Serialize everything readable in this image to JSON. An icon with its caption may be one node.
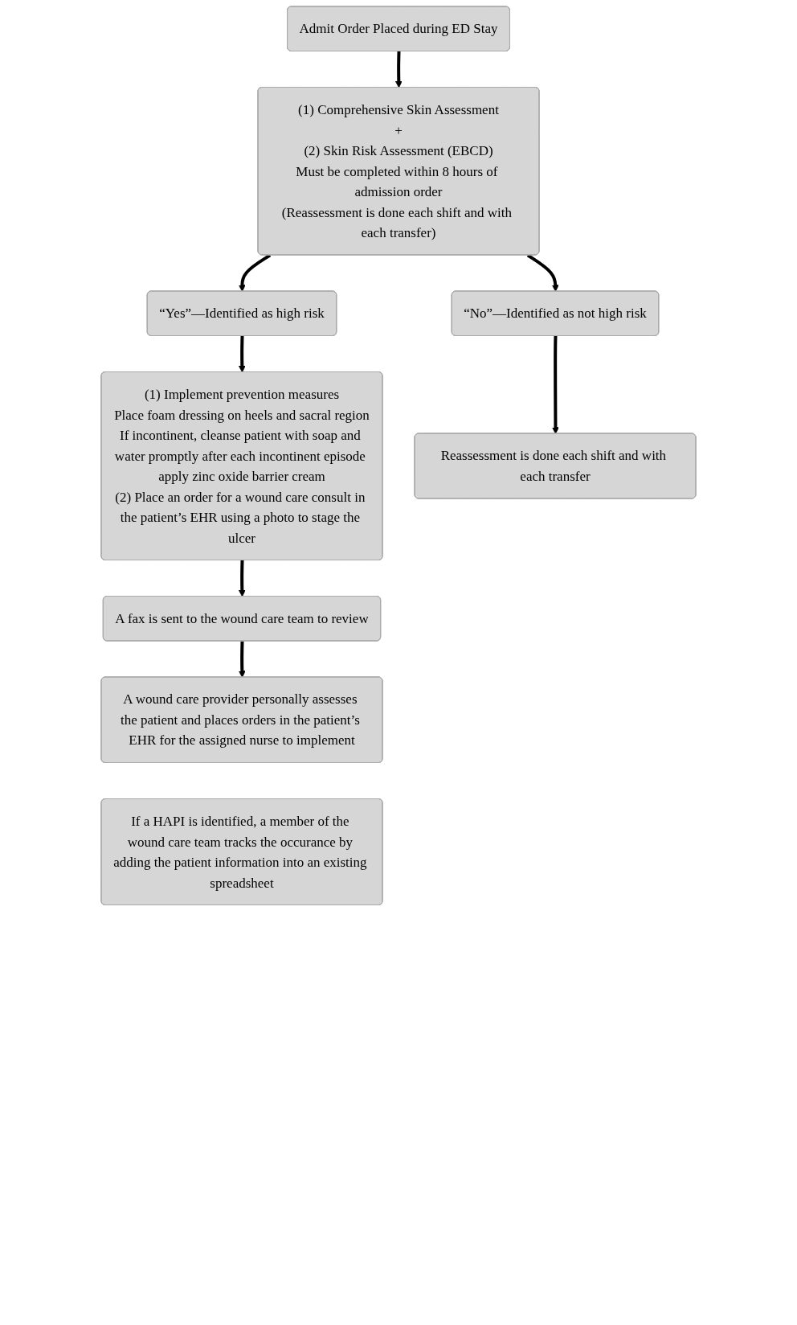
{
  "diagram": {
    "nodes": [
      {
        "text": [
          "Admit Order Placed during ED Stay"
        ]
      },
      {
        "text": [
          "(1) Comprehensive Skin Assessment",
          "+",
          "(2) Skin Risk Assessment (EBCD)",
          "Must be completed within 8 hours of admission order",
          "(Reassessment is done each shift and with each transfer)"
        ]
      },
      {
        "text": [
          "“Yes”—Identified as high risk"
        ]
      },
      {
        "text": [
          "“No”—Identified as not high risk"
        ]
      },
      {
        "text": [
          "(1) Implement prevention measures",
          "Place foam dressing on heels and sacral region",
          "If incontinent, cleanse patient with soap and water promptly after each incontinent episode apply zinc oxide barrier cream",
          "(2) Place an order for a wound care consult in the patient’s EHR using a photo to stage the ulcer"
        ]
      },
      {
        "text": [
          "Reassessment is done each shift and with each transfer"
        ]
      },
      {
        "text": [
          "A fax is sent to the wound care team to review"
        ]
      },
      {
        "text": [
          "A wound care provider personally assesses the patient and places orders in the patient’s EHR for the assigned nurse to implement"
        ]
      },
      {
        "text": [
          "If a HAPI is identified, a member of the wound care team tracks the occurance by adding the patient information into an existing spreadsheet"
        ]
      }
    ],
    "edges": [
      {
        "from": 0,
        "to": 1,
        "arrow": "to"
      },
      {
        "from": 1,
        "to": 2,
        "arrow": "to"
      },
      {
        "from": 1,
        "to": 3,
        "arrow": "to"
      },
      {
        "from": 2,
        "to": 4,
        "arrow": "to"
      },
      {
        "from": 3,
        "to": 5,
        "arrow": "to"
      },
      {
        "from": 4,
        "to": 6,
        "arrow": "to"
      },
      {
        "from": 6,
        "to": 7,
        "arrow": "to"
      }
    ]
  }
}
